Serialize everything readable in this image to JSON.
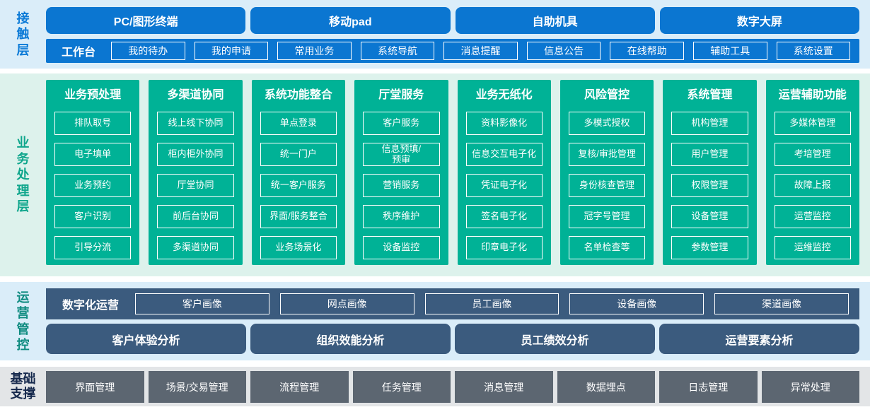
{
  "colors": {
    "accent_blue": "#0b76d1",
    "accent_green": "#00b296",
    "accent_slate": "#3b5b7e",
    "accent_gray": "#5c6671",
    "strip_blue_bg": "#daedf9",
    "strip_green_bg": "#ddf2ec",
    "strip_gray_bg": "#e3e5e7",
    "label_blue": "#0d7bd7",
    "label_green": "#0fa68c",
    "label_teal": "#0e8b80",
    "label_navy": "#16294d"
  },
  "contact": {
    "label": "接触层",
    "terminals": [
      "PC/图形终端",
      "移动pad",
      "自助机具",
      "数字大屏"
    ],
    "workbench": {
      "label": "工作台",
      "items": [
        "我的待办",
        "我的申请",
        "常用业务",
        "系统导航",
        "消息提醒",
        "信息公告",
        "在线帮助",
        "辅助工具",
        "系统设置"
      ]
    }
  },
  "business": {
    "label": "业务处理层",
    "columns": [
      {
        "title": "业务预处理",
        "items": [
          "排队取号",
          "电子填单",
          "业务预约",
          "客户识别",
          "引导分流"
        ]
      },
      {
        "title": "多渠道协同",
        "items": [
          "线上线下协同",
          "柜内柜外协同",
          "厅堂协同",
          "前后台协同",
          "多渠道协同"
        ]
      },
      {
        "title": "系统功能整合",
        "items": [
          "单点登录",
          "统一门户",
          "统一客户服务",
          "界面/服务整合",
          "业务场景化"
        ]
      },
      {
        "title": "厅堂服务",
        "items": [
          "客户服务",
          "信息预填/\n预审",
          "营销服务",
          "秩序维护",
          "设备监控"
        ]
      },
      {
        "title": "业务无纸化",
        "items": [
          "资料影像化",
          "信息交互电子化",
          "凭证电子化",
          "签名电子化",
          "印章电子化"
        ]
      },
      {
        "title": "风险管控",
        "items": [
          "多模式授权",
          "复核/审批管理",
          "身份核查管理",
          "冠字号管理",
          "名单检查等"
        ]
      },
      {
        "title": "系统管理",
        "items": [
          "机构管理",
          "用户管理",
          "权限管理",
          "设备管理",
          "参数管理"
        ]
      },
      {
        "title": "运营辅助功能",
        "items": [
          "多媒体管理",
          "考培管理",
          "故障上报",
          "运营监控",
          "运维监控"
        ]
      }
    ]
  },
  "operation": {
    "label": "运营管控",
    "digital": {
      "label": "数字化运营",
      "items": [
        "客户画像",
        "网点画像",
        "员工画像",
        "设备画像",
        "渠道画像"
      ]
    },
    "analysis": [
      "客户体验分析",
      "组织效能分析",
      "员工绩效分析",
      "运营要素分析"
    ]
  },
  "foundation": {
    "label": "基础支撑",
    "items": [
      "界面管理",
      "场景/交易管理",
      "流程管理",
      "任务管理",
      "消息管理",
      "数据埋点",
      "日志管理",
      "异常处理"
    ]
  }
}
